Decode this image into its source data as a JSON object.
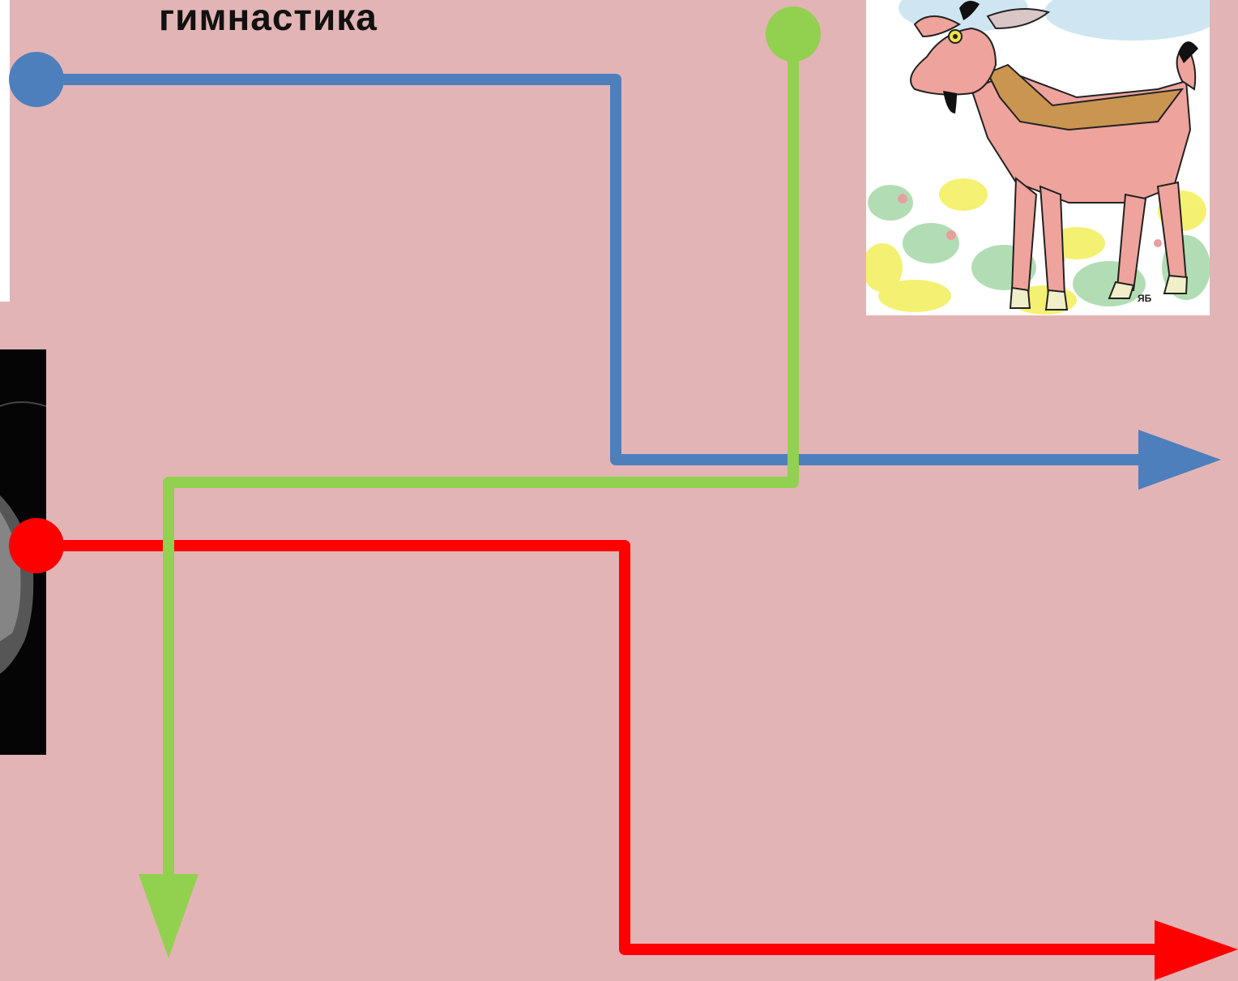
{
  "title": "гимнастика",
  "images": {
    "top_left": "partial-photo",
    "mid_left": "partial-black-white-photo",
    "goat": "cartoon-goat-illustration",
    "goat_signature": "ЯБ"
  },
  "colors": {
    "background": "#e3b4b5",
    "blue": "#4e7fbd",
    "green": "#92d050",
    "red": "#ff0000"
  },
  "arrows": [
    {
      "name": "blue",
      "color": "#4e7fbd",
      "turns": [
        "right",
        "down",
        "right"
      ]
    },
    {
      "name": "green",
      "color": "#92d050",
      "turns": [
        "down",
        "left",
        "down"
      ]
    },
    {
      "name": "red",
      "color": "#ff0000",
      "turns": [
        "right",
        "down",
        "right"
      ]
    }
  ]
}
